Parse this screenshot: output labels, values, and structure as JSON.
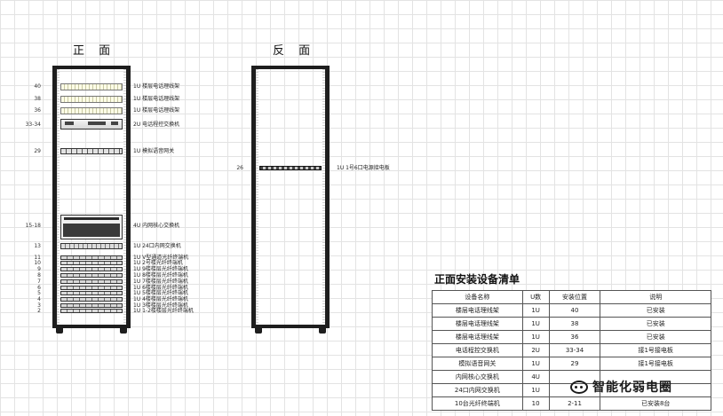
{
  "front": {
    "heading": "正 面",
    "positions": [
      "40",
      "38",
      "36",
      "33-34",
      "29",
      "15-18",
      "13",
      "11",
      "10",
      "9",
      "8",
      "7",
      "6",
      "5",
      "4",
      "3",
      "2"
    ],
    "labels": [
      "1U 楼层电话理线架",
      "1U 楼层电话理线架",
      "1U 楼层电话理线架",
      "2U 电话程控交换机",
      "1U 模拟语音网关",
      "4U 内网核心交换机",
      "1U 24口内网交换机",
      "1U V型通道光纤终端机",
      "1U 2号楼光纤终端机",
      "1U 9楼楼层光纤终端机",
      "1U 8楼楼层光纤终端机",
      "1U 7楼楼层光纤终端机",
      "1U 6楼楼层光纤终端机",
      "1U 5楼楼层光纤终端机",
      "1U 4楼楼层光纤终端机",
      "1U 3楼楼层光纤终端机",
      "1U 1-2楼楼层光纤终端机"
    ]
  },
  "back": {
    "heading": "反 面",
    "position": "26",
    "label": "1U 1号6口电源接电板"
  },
  "table": {
    "title": "正面安装设备清单",
    "headers": [
      "设备名称",
      "U数",
      "安装位置",
      "说明"
    ],
    "rows": [
      [
        "楼层电话理线架",
        "1U",
        "40",
        "已安装"
      ],
      [
        "楼层电话理线架",
        "1U",
        "38",
        "已安装"
      ],
      [
        "楼层电话理线架",
        "1U",
        "36",
        "已安装"
      ],
      [
        "电话程控交换机",
        "2U",
        "33-34",
        "接1号接电板"
      ],
      [
        "模拟语音网关",
        "1U",
        "29",
        "接1号接电板"
      ],
      [
        "内网核心交换机",
        "4U",
        "",
        ""
      ],
      [
        "24口内网交换机",
        "1U",
        "",
        ""
      ],
      [
        "10台光纤终端机",
        "10",
        "2-11",
        "已安装8台"
      ]
    ]
  },
  "watermark": {
    "text": "智能化弱电圈",
    "icon": "wechat-icon"
  }
}
